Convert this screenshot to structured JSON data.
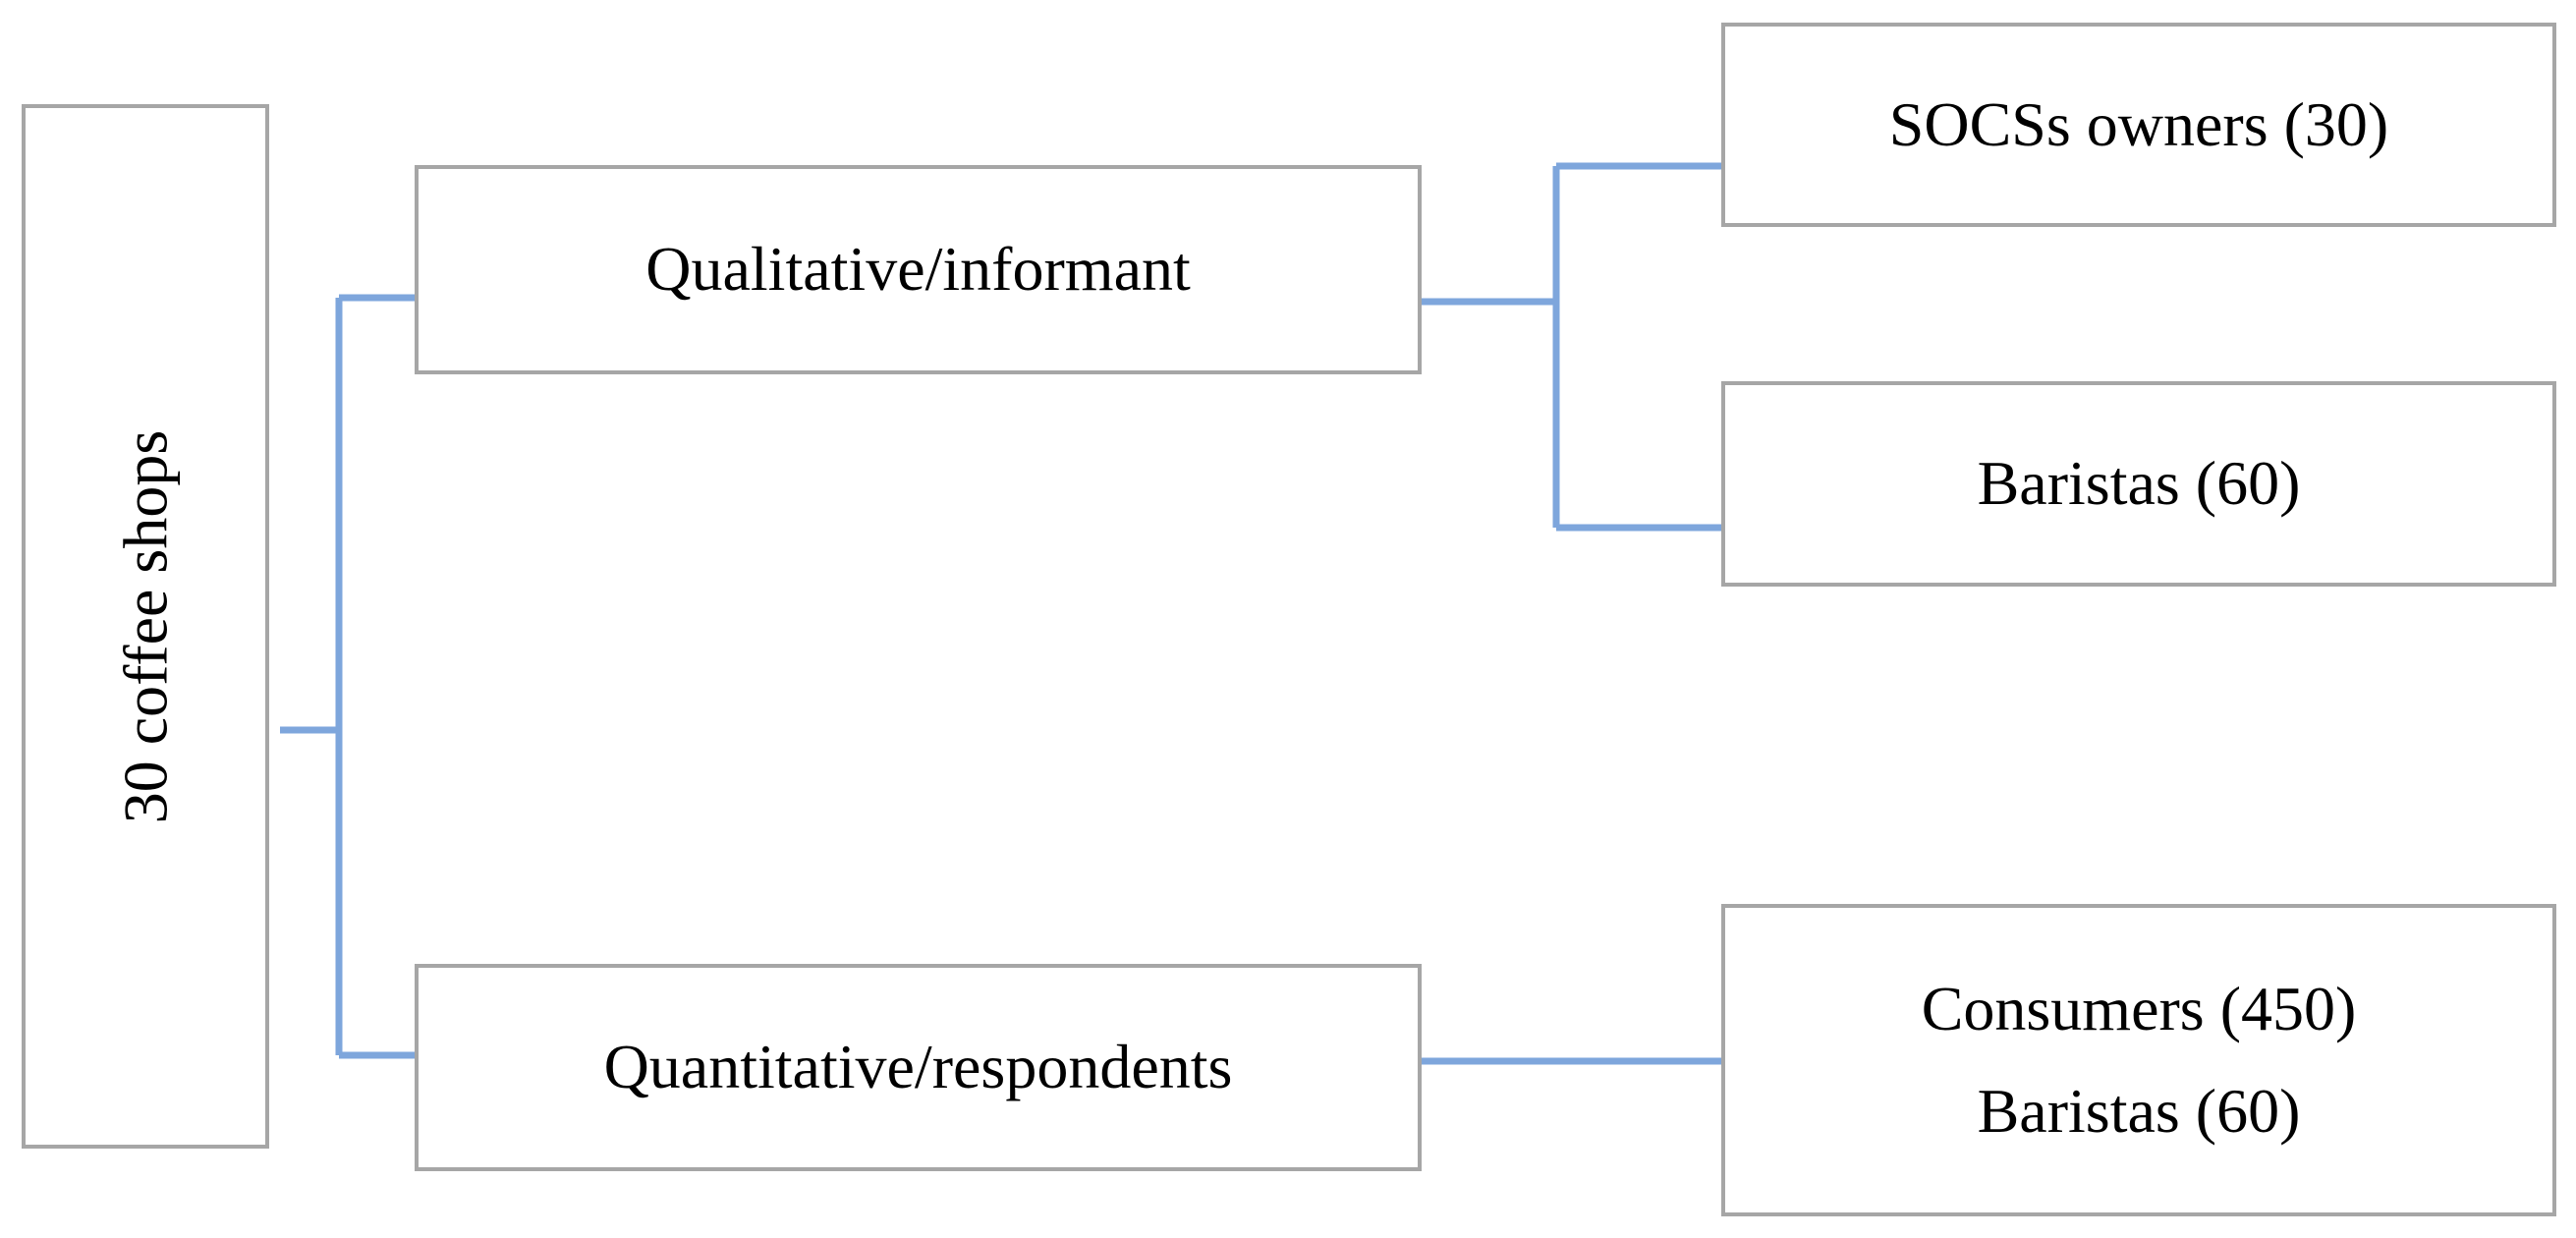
{
  "root": {
    "label": "30 coffee shops"
  },
  "groups": {
    "qualitative": {
      "label": "Qualitative/informant"
    },
    "quantitative": {
      "label": "Quantitative/respondents"
    }
  },
  "leaves": {
    "socs_owners": {
      "label": "SOCSs owners (30)"
    },
    "baristas_qual": {
      "label": "Baristas (60)"
    },
    "quant_box": {
      "lines": [
        "Consumers (450)",
        "Baristas (60)"
      ]
    }
  },
  "colors": {
    "box_border": "#a6a6a6",
    "connector": "#7ea6dc",
    "text": "#000000"
  }
}
